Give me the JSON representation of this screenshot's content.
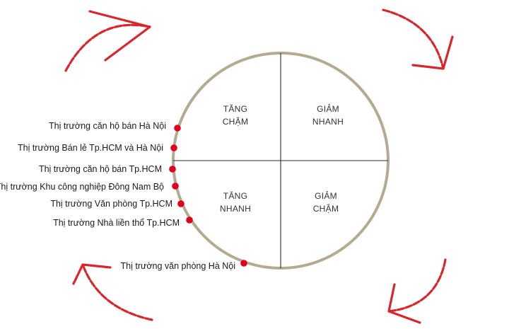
{
  "quadrants": {
    "top_left": [
      "TĂNG",
      "CHẬM"
    ],
    "top_right": [
      "GIẢM",
      "NHANH"
    ],
    "bottom_left": [
      "TĂNG",
      "NHANH"
    ],
    "bottom_right": [
      "GIẢM",
      "CHẬM"
    ]
  },
  "markets": [
    "Thị trường căn hộ bán Hà Nội",
    "Thị trường Bán lẻ Tp.HCM và Hà Nội",
    "Thị trường căn hộ bán Tp.HCM",
    "Thị trường Khu công nghiệp Đông Nam Bộ",
    "Thị trường Văn phòng Tp.HCM",
    "Thị trường Nhà liền thổ Tp.HCM",
    "Thị trường văn phòng Hà Nội"
  ],
  "colors": {
    "ring": "#b3aa92",
    "divider": "#2b2b2b",
    "marker": "#e0001b",
    "arrow": "#d8262b"
  },
  "icons": [
    "curved-arrow-icon"
  ]
}
